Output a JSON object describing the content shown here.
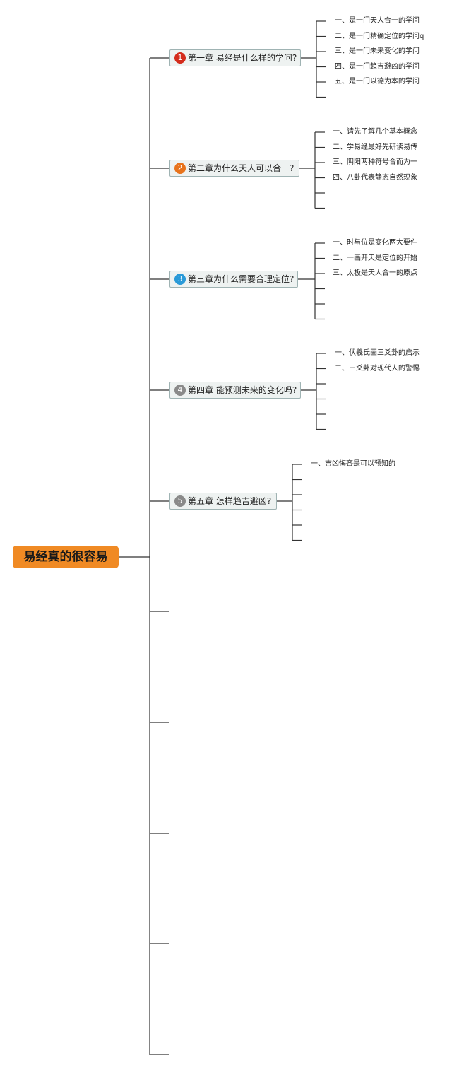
{
  "root": {
    "title": "易经真的很容易"
  },
  "chapters": [
    {
      "number": "1",
      "badge_color": "#d42c1c",
      "title": "第一章 易经是什么样的学问?",
      "items": [
        "一、是一门天人合一的学问",
        "二、是一门精确定位的学问q",
        "三、是一门未来变化的学问",
        "四、是一门趋吉避凶的学问",
        "五、是一门以德为本的学问"
      ]
    },
    {
      "number": "2",
      "badge_color": "#e8731c",
      "title": "第二章为什么天人可以合一?",
      "items": [
        "一、请先了解几个基本概念",
        "二、学易经最好先研读易传",
        "三、阴阳两种符号合而为一",
        "四、八卦代表静态自然现象"
      ]
    },
    {
      "number": "3",
      "badge_color": "#2a9ad8",
      "title": "第三章为什么需要合理定位?",
      "items": [
        "一、时与位是变化两大要件",
        "二、一画开天是定位的开始",
        "三、太极是天人合一的原点"
      ]
    },
    {
      "number": "4",
      "badge_color": "#8a8a8a",
      "title": "第四章 能预测未来的变化吗?",
      "items": [
        "一、伏羲氏画三爻卦的启示",
        "二、三爻卦对现代人的警惕"
      ]
    },
    {
      "number": "5",
      "badge_color": "#8a8a8a",
      "title": "第五章 怎样趋吉避凶?",
      "items": [
        "一、吉凶悔吝是可以预知的"
      ]
    }
  ]
}
